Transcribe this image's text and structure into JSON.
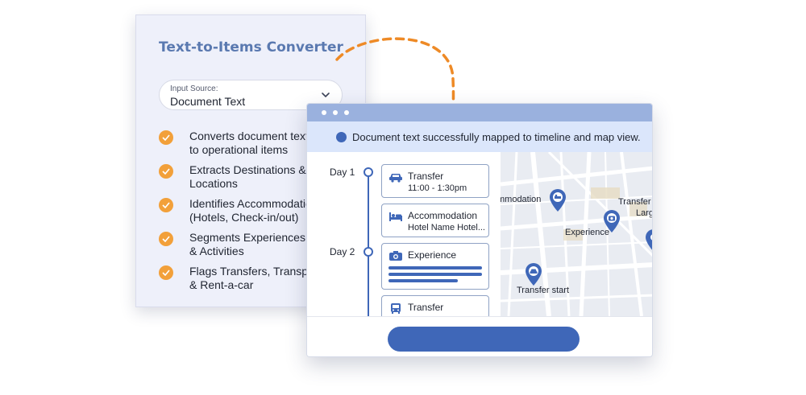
{
  "converter": {
    "title": "Text-to-Items Converter",
    "source_label": "Input Source:",
    "source_value": "Document Text",
    "features": [
      {
        "line1": "Converts document text",
        "line2": "to operational items"
      },
      {
        "line1": "Extracts Destinations &",
        "line2": "Locations"
      },
      {
        "line1": "Identifies Accommodation",
        "line2": "(Hotels, Check-in/out)"
      },
      {
        "line1": "Segments Experiences",
        "line2": "& Activities"
      },
      {
        "line1": "Flags Transfers, Transport",
        "line2": "& Rent-a-car"
      }
    ]
  },
  "result_window": {
    "banner_text": "Document text successfully mapped to timeline and map view.",
    "days": [
      "Day 1",
      "Day 2"
    ],
    "items": [
      {
        "title": "Transfer",
        "subtitle": "11:00 - 1:30pm",
        "icon": "car-icon"
      },
      {
        "title": "Accommodation",
        "subtitle": "Hotel Name Hotel...",
        "icon": "bed-icon"
      },
      {
        "title": "Experience",
        "subtitle": "",
        "icon": "camera-icon"
      },
      {
        "title": "Transfer",
        "subtitle": "",
        "icon": "bus-icon"
      }
    ],
    "map_labels": {
      "accommodation": "mmodation",
      "transfer_s": "Transfer s",
      "large": "Large",
      "experience": "Experience",
      "transfer_start": "Transfer start"
    }
  },
  "colors": {
    "accent": "#3f67b8",
    "check": "#f2a03a",
    "title": "#5a79b0",
    "banner": "#dbe6fb"
  }
}
